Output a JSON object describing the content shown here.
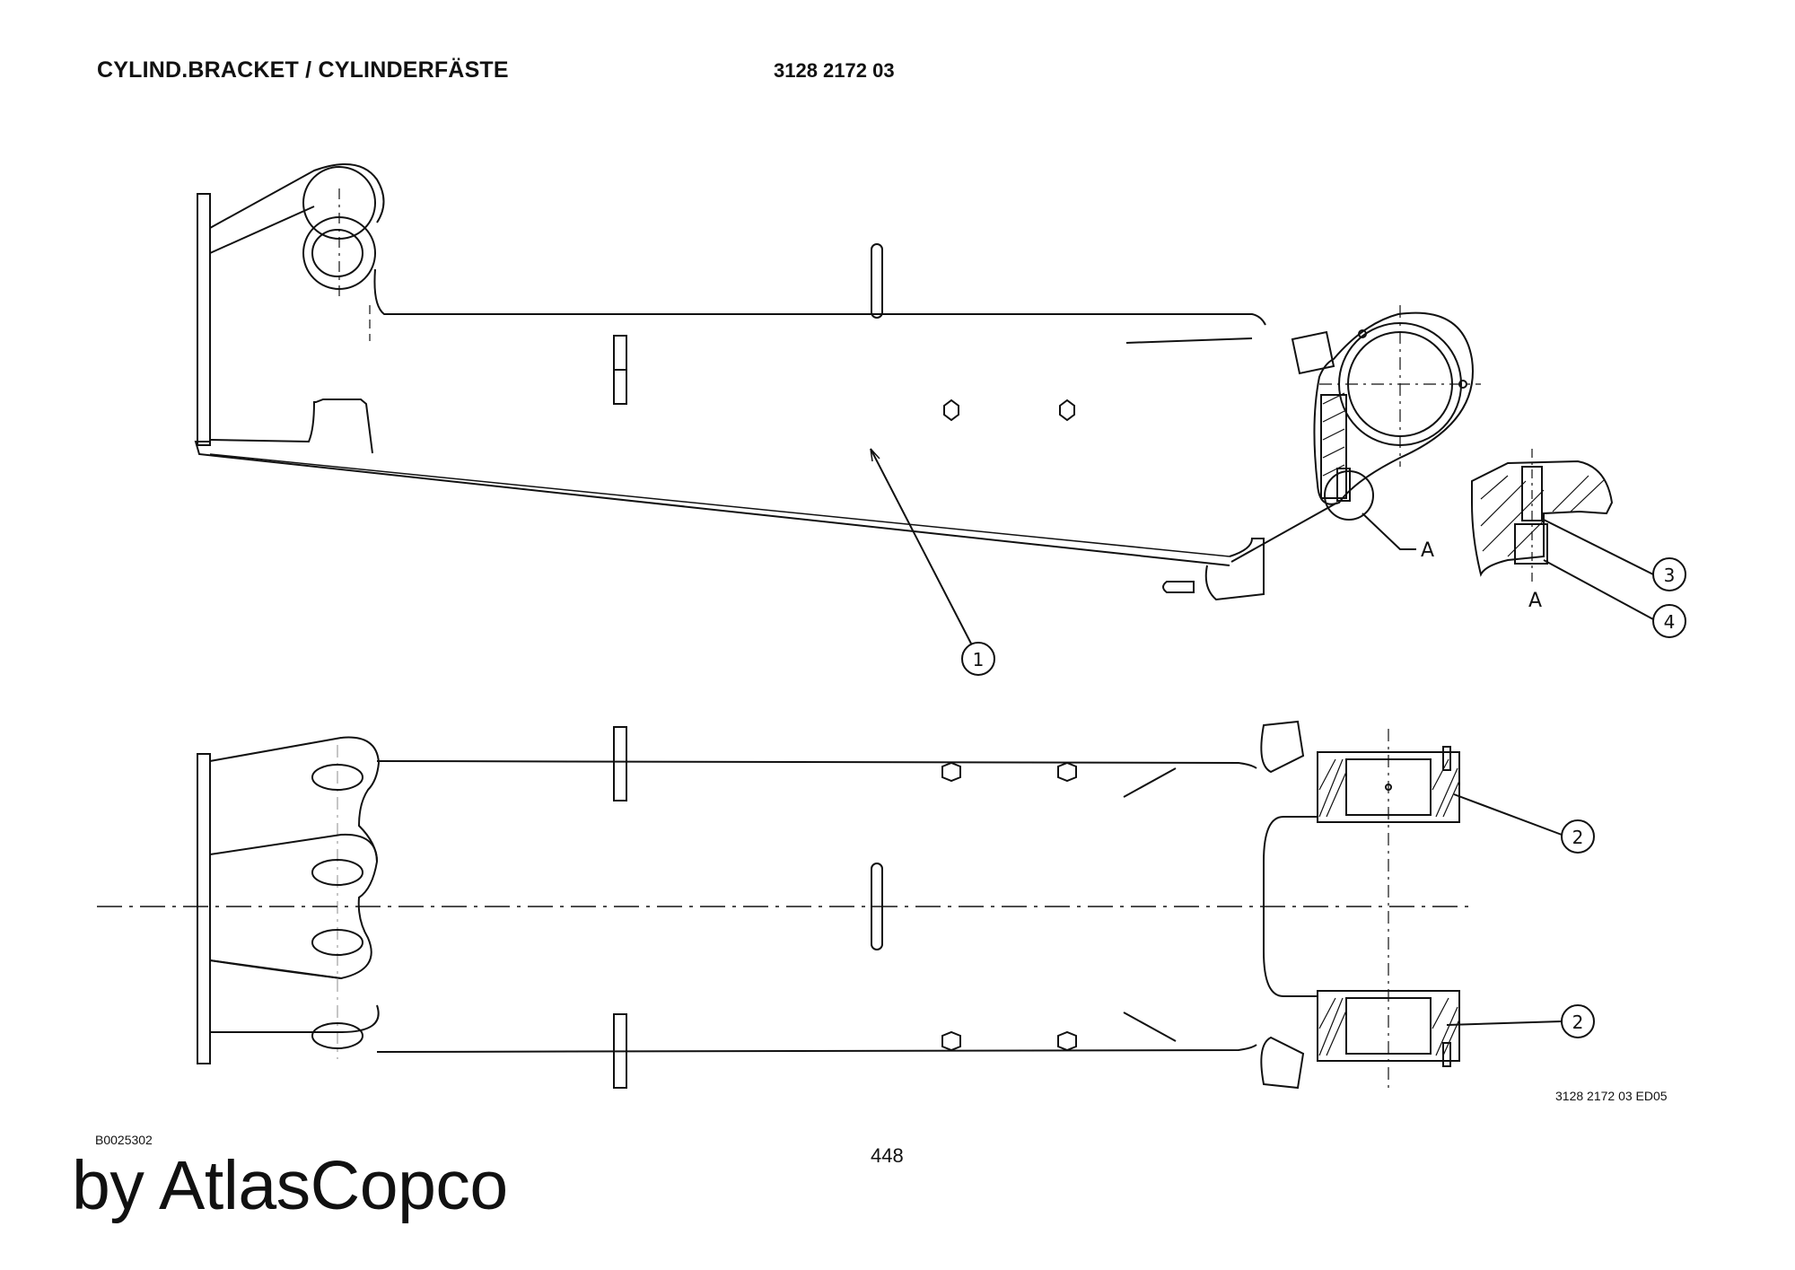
{
  "header": {
    "title": "CYLIND.BRACKET / CYLINDERFÄSTE",
    "part_number": "3128 2172 03"
  },
  "callouts": [
    "1",
    "2",
    "2",
    "3",
    "4"
  ],
  "detail": {
    "ref_letter": "A",
    "view_label": "A"
  },
  "footer": {
    "doc_id": "B0025302",
    "edition_ref": "3128 2172 03 ED05",
    "page_number": "448",
    "brand": "by AtlasCopco"
  }
}
